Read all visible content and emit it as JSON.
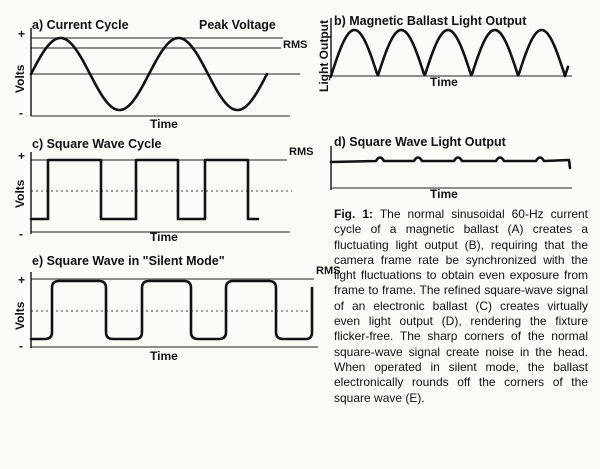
{
  "panels": {
    "a": {
      "title": "a) Current Cycle",
      "peak_label": "Peak Voltage",
      "rms_label": "RMS",
      "ylabel": "Volts",
      "xlabel": "Time",
      "plus": "+",
      "minus": "-"
    },
    "b": {
      "title": "b) Magnetic Ballast Light Output",
      "ylabel": "Light Output",
      "xlabel": "Time"
    },
    "c": {
      "title": "c) Square Wave Cycle",
      "rms_label": "RMS",
      "ylabel": "Volts",
      "xlabel": "Time",
      "plus": "+",
      "minus": "-"
    },
    "d": {
      "title": "d) Square Wave Light Output",
      "xlabel": "Time"
    },
    "e": {
      "title": "e) Square Wave in \"Silent Mode\"",
      "rms_label": "RMS",
      "ylabel": "Volts",
      "xlabel": "Time",
      "plus": "+",
      "minus": "-"
    }
  },
  "caption": {
    "label": "Fig. 1:",
    "text": "The normal sinusoidal 60-Hz current cycle of a magnetic ballast (A) creates a fluctuating light output (B), requiring that the camera frame rate be synchronized with the light fluctuations to obtain even exposure from frame to frame. The refined square-wave signal of an electronic ballast (C) creates virtually even light output (D), rendering the fixture flicker-free. The sharp corners of the normal square-wave signal create noise in the head. When operated in silent mode, the ballast electronically rounds off the corners of the square wave (E)."
  }
}
